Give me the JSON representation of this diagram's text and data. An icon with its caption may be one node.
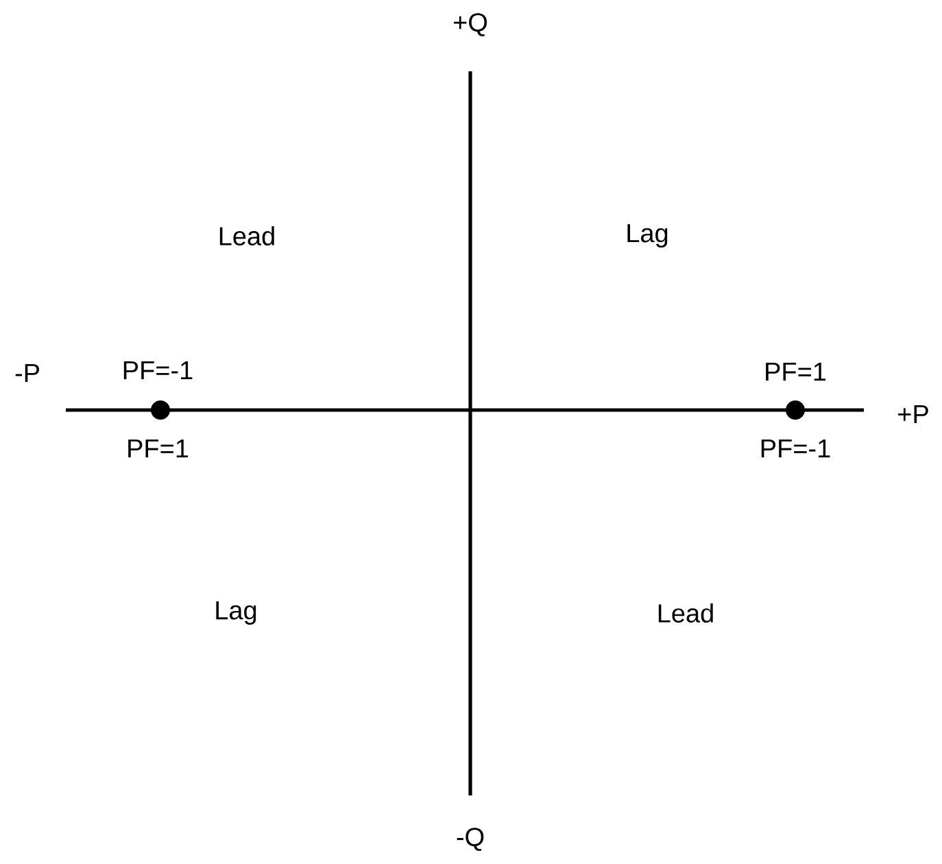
{
  "diagram": {
    "labels": [
      "+Q",
      "Lead",
      "Lag",
      "-P",
      "PF=-1",
      "PF=1",
      "+P",
      "PF=1",
      "PF=-1",
      "Lag",
      "Lead",
      "-Q"
    ]
  }
}
